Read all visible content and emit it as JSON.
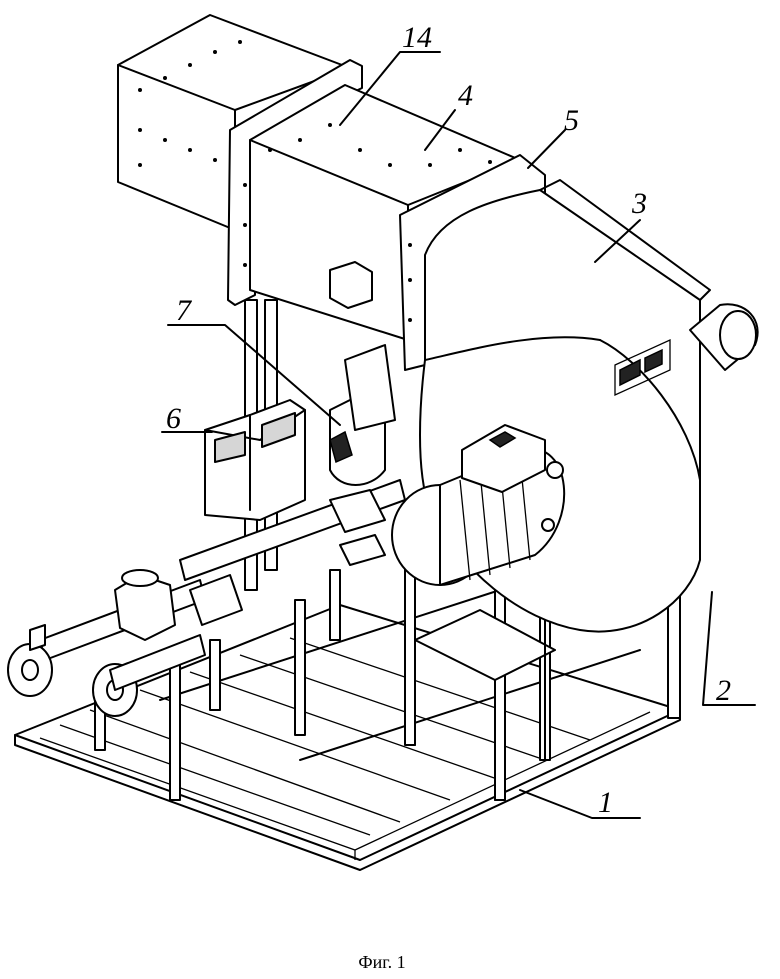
{
  "figure": {
    "caption": "Фиг. 1",
    "labels": [
      {
        "id": "label-14",
        "text": "14"
      },
      {
        "id": "label-4",
        "text": "4"
      },
      {
        "id": "label-5",
        "text": "5"
      },
      {
        "id": "label-3",
        "text": "3"
      },
      {
        "id": "label-7",
        "text": "7"
      },
      {
        "id": "label-6",
        "text": "6"
      },
      {
        "id": "label-2",
        "text": "2"
      },
      {
        "id": "label-1",
        "text": "1"
      }
    ]
  }
}
